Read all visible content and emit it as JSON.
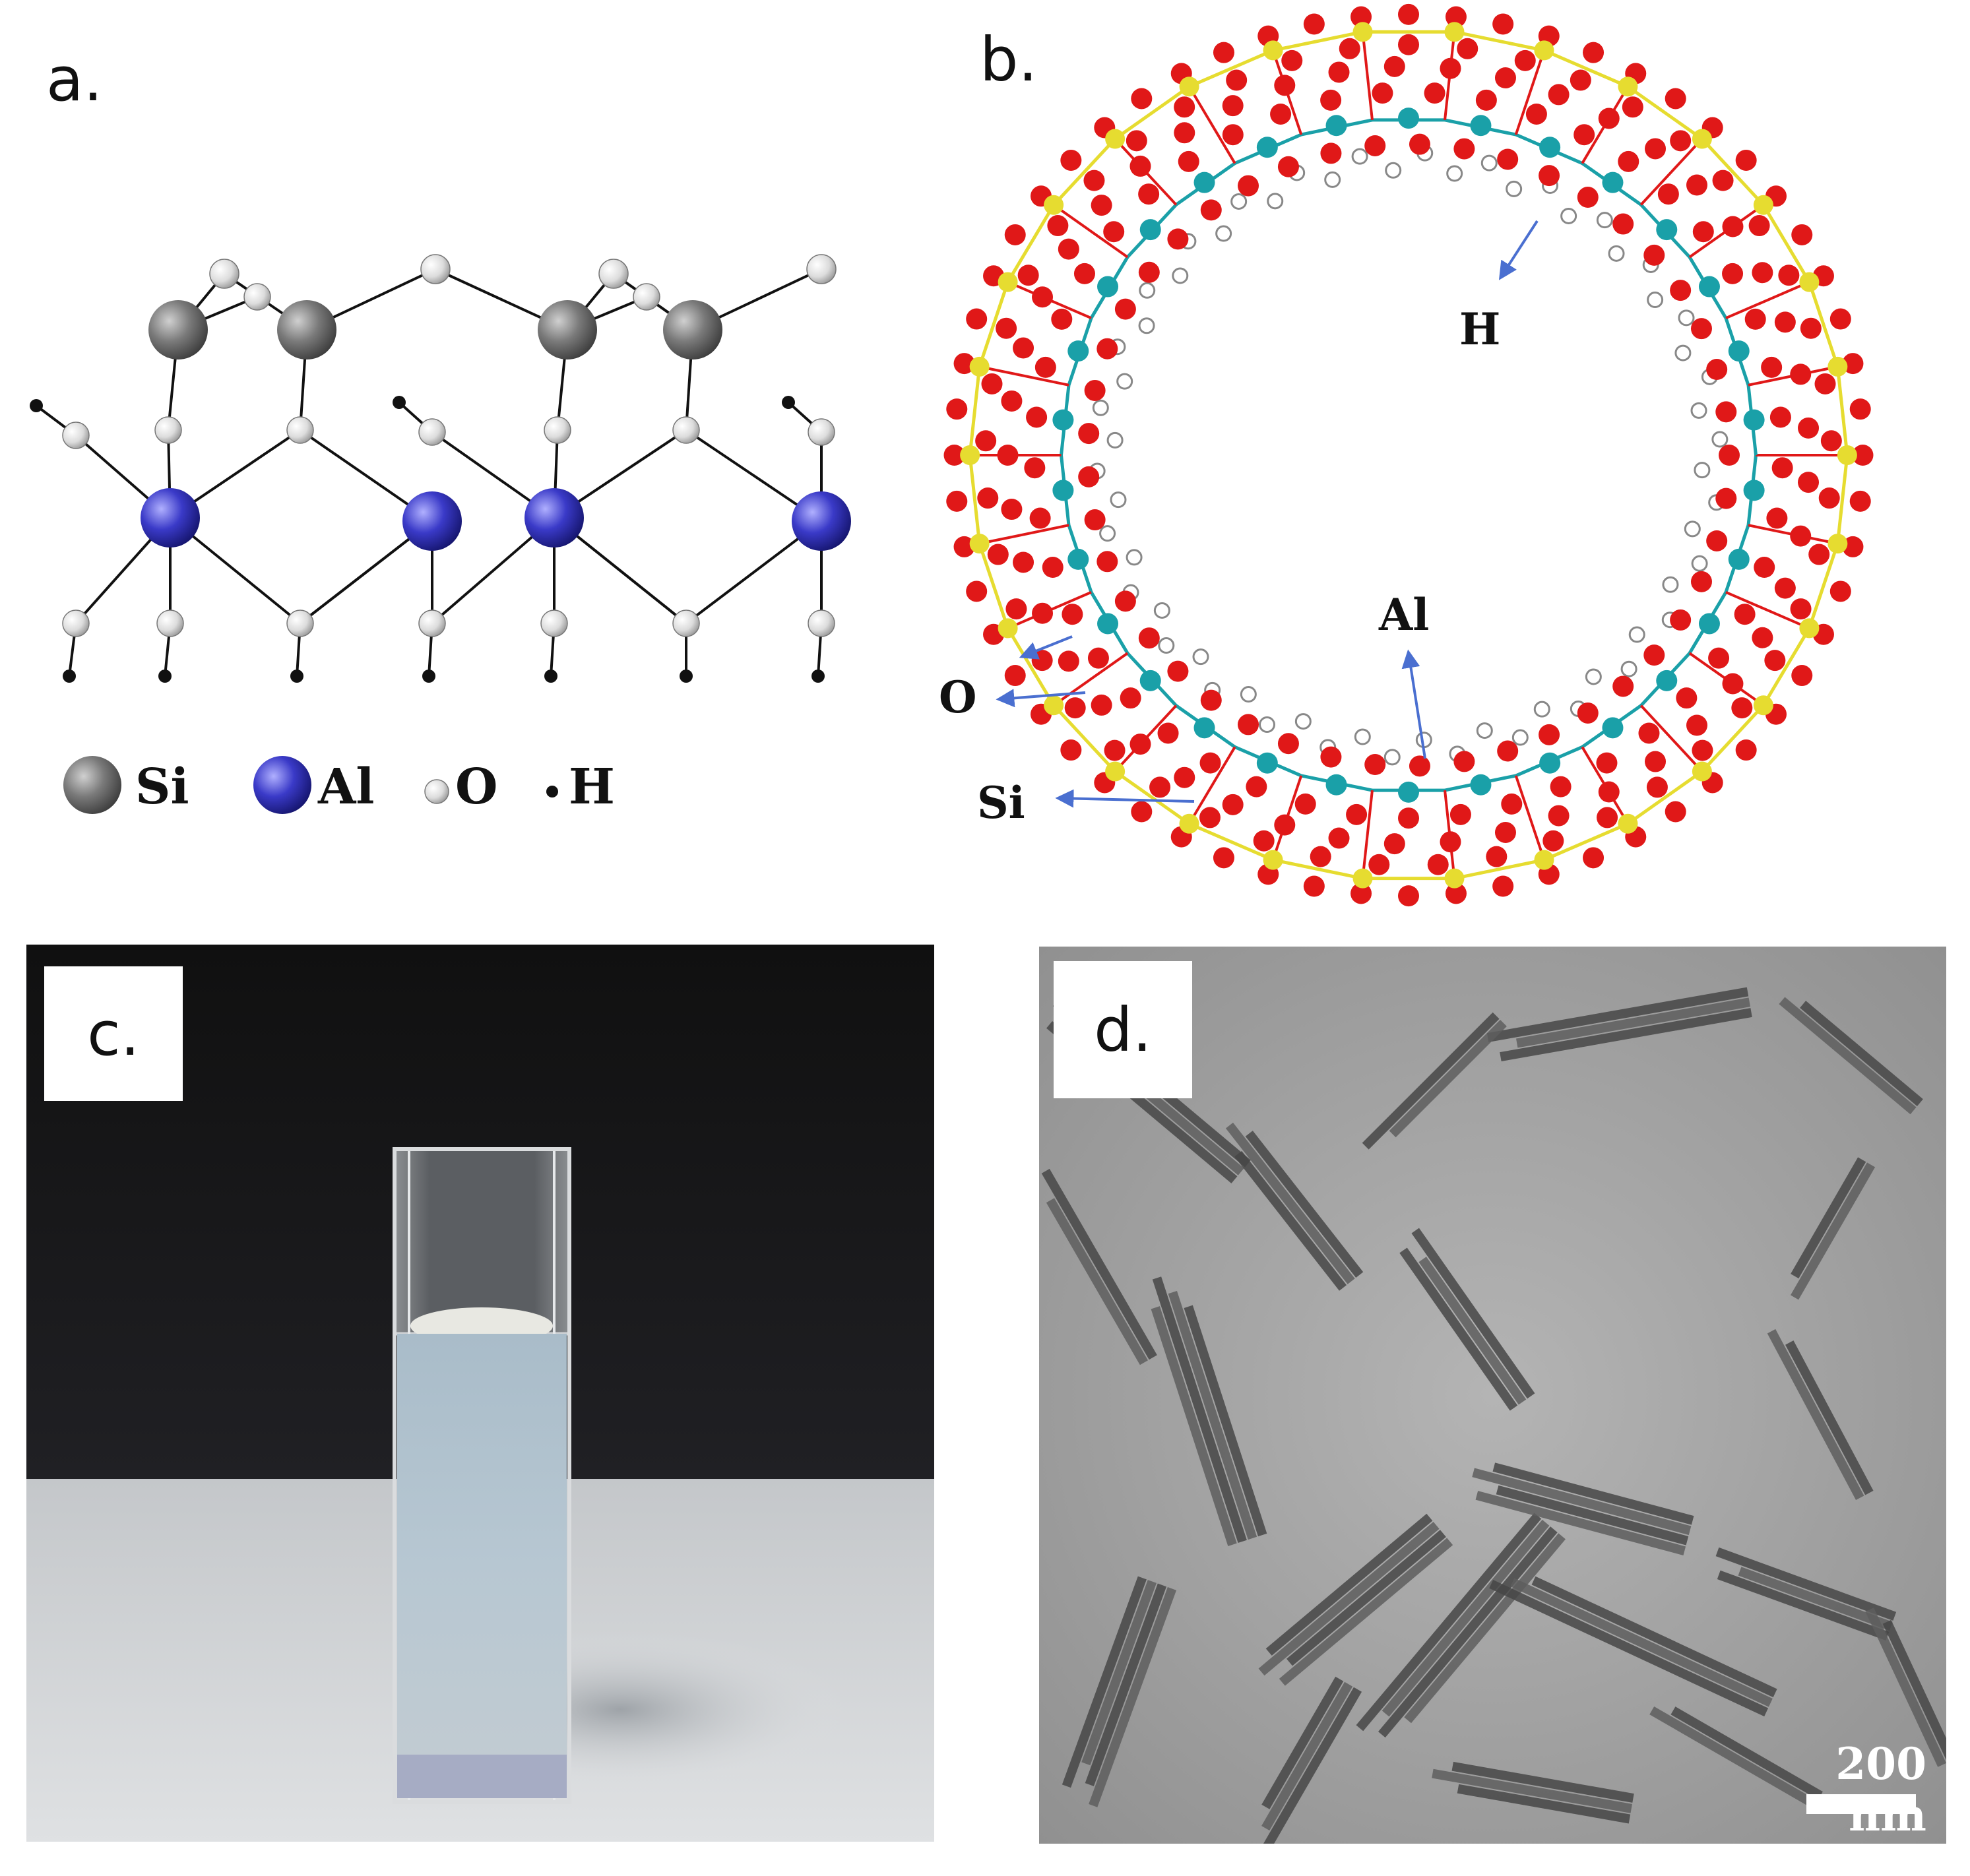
{
  "panels": {
    "a": {
      "label": "a.",
      "legend": [
        {
          "symbol": "Si",
          "color": "#6e6e6e"
        },
        {
          "symbol": "Al",
          "color": "#3535c0"
        },
        {
          "symbol": "O",
          "color": "#e6e6e6"
        },
        {
          "symbol": "H",
          "color": "#111111"
        }
      ]
    },
    "b": {
      "label": "b.",
      "annotations": {
        "H": "H",
        "Al": "Al",
        "O": "O",
        "Si": "Si"
      },
      "colors": {
        "Si": "#e6dc30",
        "Al": "#1aa0a8",
        "O": "#e01818",
        "H": "#ffffff",
        "arrow": "#4a6fd0"
      }
    },
    "c": {
      "label": "c."
    },
    "d": {
      "label": "d.",
      "scale_bar": "200 nm"
    }
  }
}
